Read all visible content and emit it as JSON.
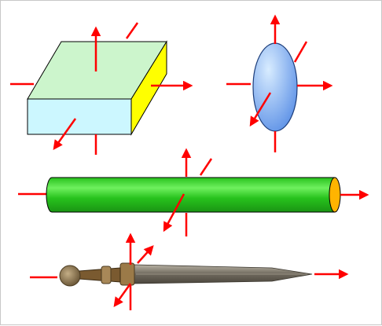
{
  "diagram": {
    "colors": {
      "background": "#ffffff",
      "frame_border": "#c8c8c8",
      "arrow": "#ff0000",
      "slab_top": "#ccf5cc",
      "slab_front": "#ccf7ff",
      "slab_side": "#ffff00",
      "ellipsoid_light": "#d8ecff",
      "ellipsoid_dark": "#5a8fe6",
      "cylinder_body": "#27c21d",
      "cylinder_highlight": "#6ff05e",
      "cylinder_end": "#ffb400",
      "blade": "#7a7468",
      "blade_edge": "#b8b2a4",
      "hilt": "#8a6a3c",
      "pommel": "#9d8664"
    },
    "objects": [
      {
        "name": "rectangular-slab",
        "icon": "box-shape"
      },
      {
        "name": "ellipsoid-lens",
        "icon": "ellipse-shape"
      },
      {
        "name": "cylinder-rod",
        "icon": "cylinder-shape"
      },
      {
        "name": "sword",
        "icon": "sword-shape"
      }
    ]
  }
}
